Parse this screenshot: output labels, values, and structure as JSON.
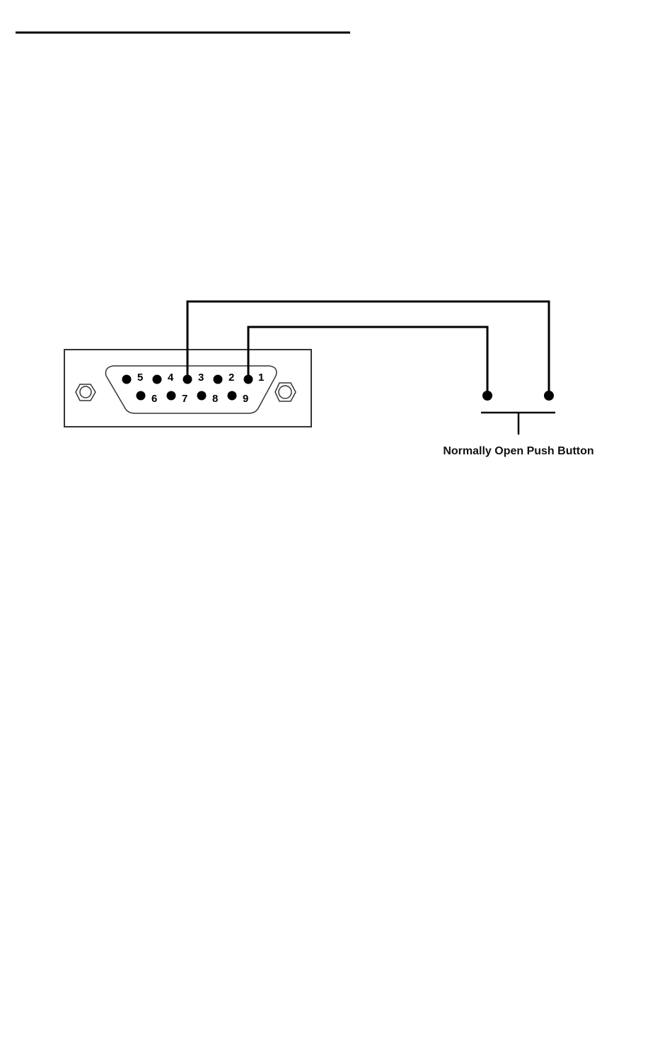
{
  "connector": {
    "type": "DB9",
    "top_row_pins": [
      "5",
      "4",
      "3",
      "2",
      "1"
    ],
    "bottom_row_pins": [
      "6",
      "7",
      "8",
      "9"
    ],
    "wired_pins": [
      "3",
      "1"
    ]
  },
  "switch": {
    "label": "Normally Open Push Button"
  },
  "colors": {
    "ink": "#000000",
    "panel_border": "#333333",
    "background": "#ffffff"
  }
}
